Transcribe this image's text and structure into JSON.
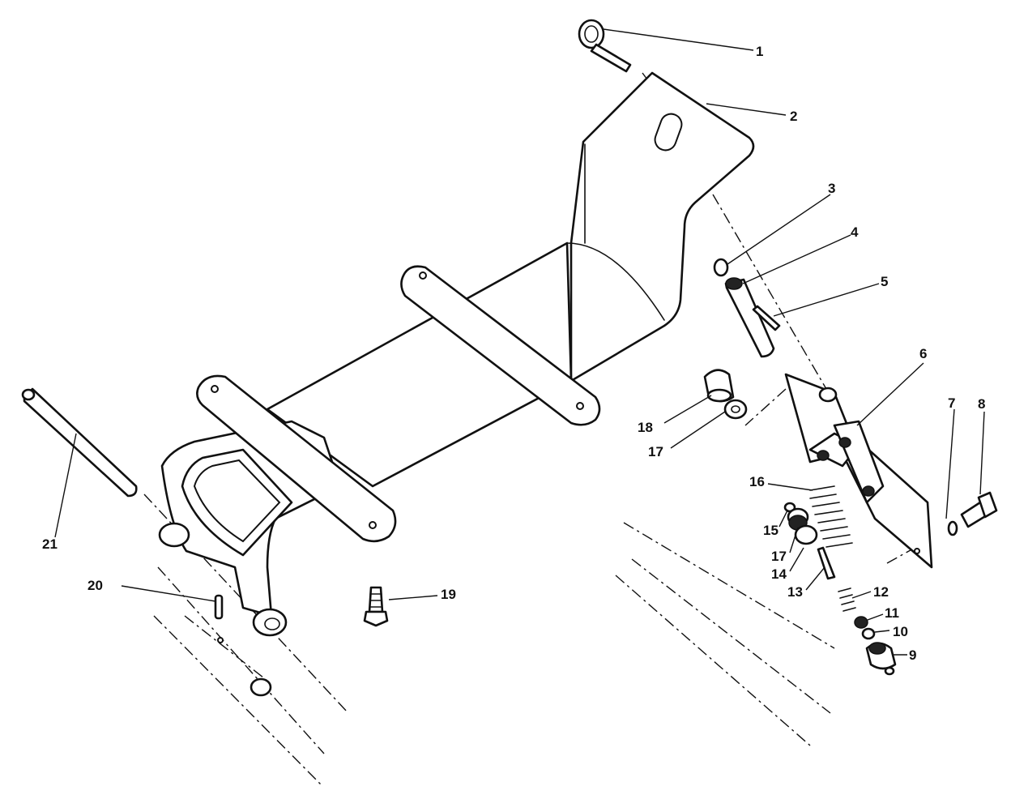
{
  "diagram": {
    "type": "exploded parts diagram",
    "callouts": [
      "1",
      "2",
      "3",
      "4",
      "5",
      "6",
      "7",
      "8",
      "9",
      "10",
      "11",
      "12",
      "13",
      "14",
      "15",
      "16",
      "17",
      "17",
      "18",
      "19",
      "20",
      "21"
    ]
  }
}
